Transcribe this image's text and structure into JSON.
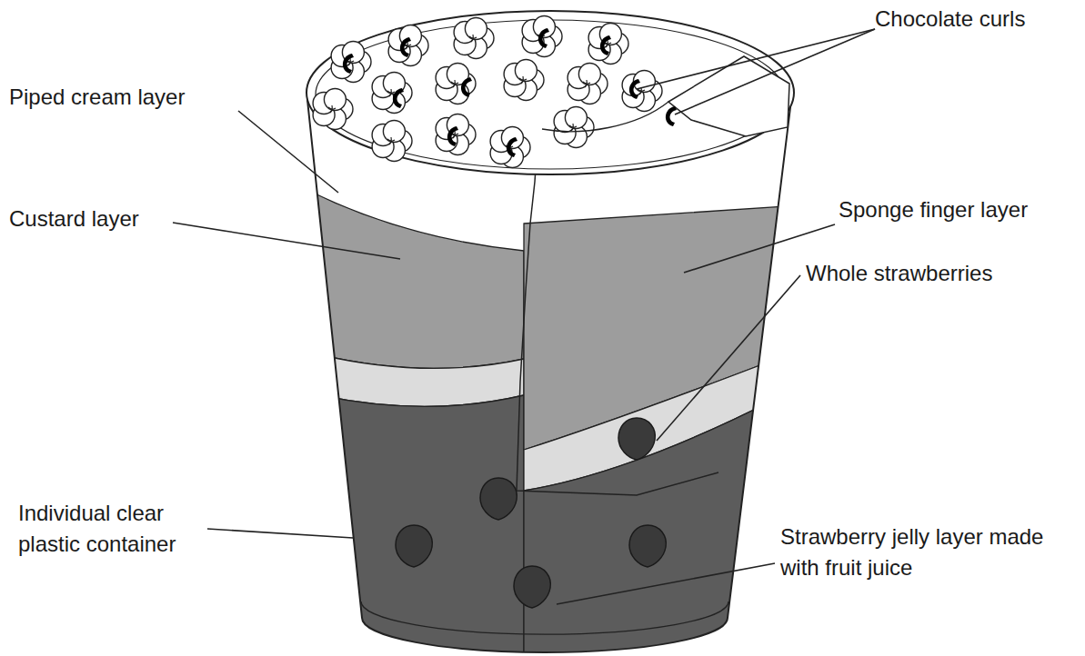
{
  "diagram": {
    "labels": [
      "Chocolate curls",
      "Piped cream layer",
      "Custard layer",
      "Sponge finger layer",
      "Whole strawberries",
      "Individual clear plastic container",
      "Strawberry jelly layer made with fruit juice"
    ]
  }
}
